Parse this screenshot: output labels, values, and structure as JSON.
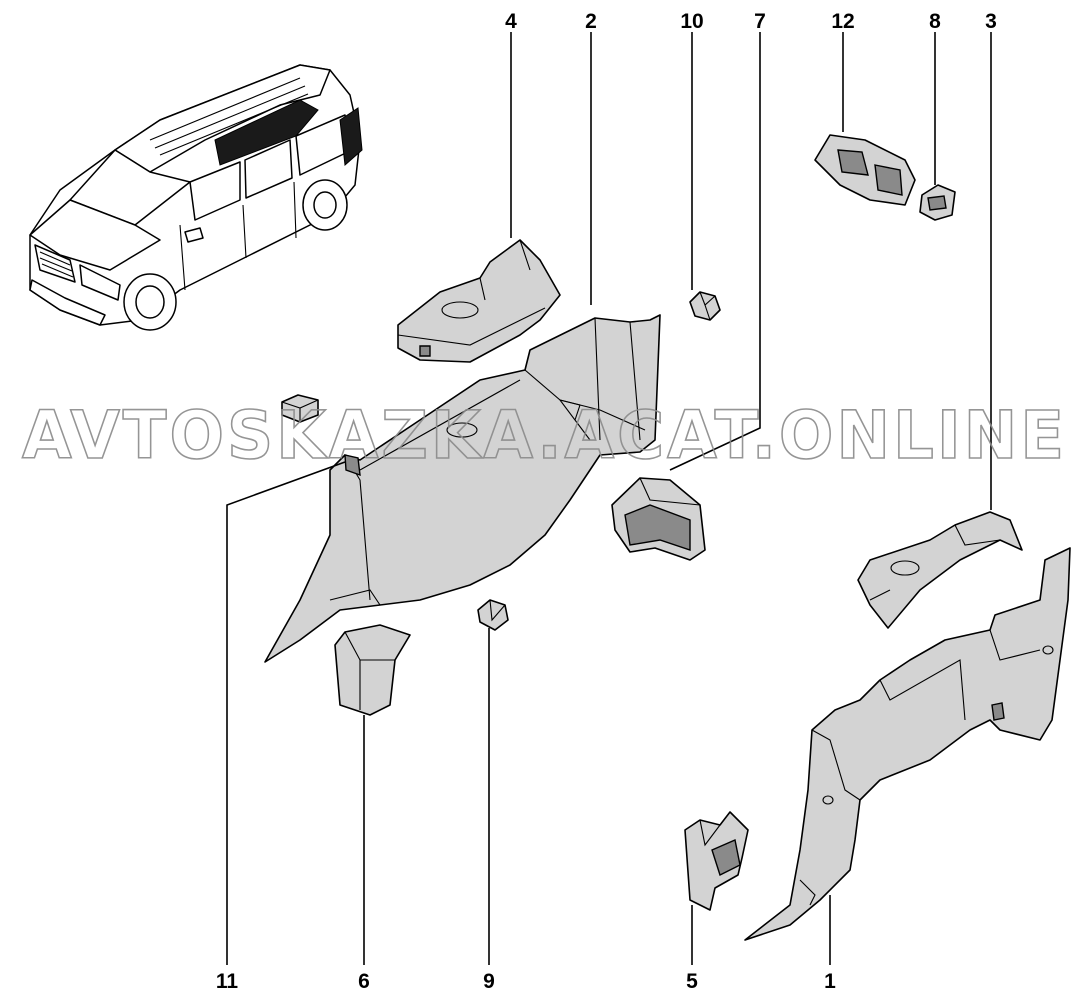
{
  "watermark": "AVTOSKAZKA.ACAT.ONLINE",
  "callouts": [
    {
      "id": "callout-4",
      "label": "4"
    },
    {
      "id": "callout-2",
      "label": "2"
    },
    {
      "id": "callout-10",
      "label": "10"
    },
    {
      "id": "callout-7",
      "label": "7"
    },
    {
      "id": "callout-12",
      "label": "12"
    },
    {
      "id": "callout-8",
      "label": "8"
    },
    {
      "id": "callout-3",
      "label": "3"
    },
    {
      "id": "callout-11",
      "label": "11"
    },
    {
      "id": "callout-6",
      "label": "6"
    },
    {
      "id": "callout-9",
      "label": "9"
    },
    {
      "id": "callout-5",
      "label": "5"
    },
    {
      "id": "callout-1",
      "label": "1"
    }
  ]
}
